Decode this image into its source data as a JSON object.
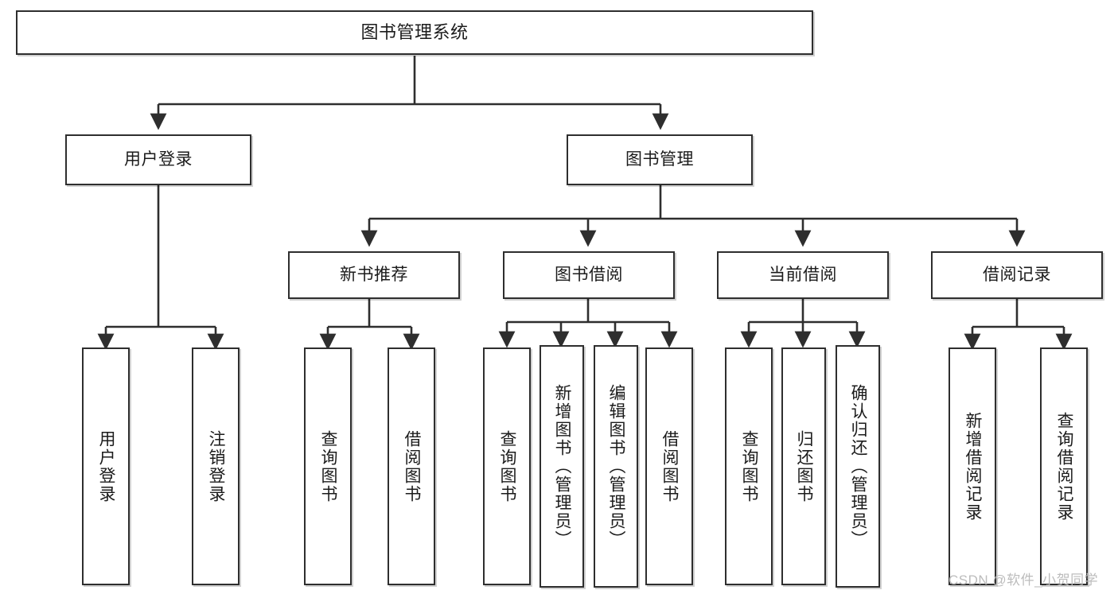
{
  "diagram": {
    "type": "hierarchy-tree",
    "title": "图书管理系统",
    "colors": {
      "box_border": "#2e2e2e",
      "box_fill": "#ffffff",
      "connector": "#2e2e2e",
      "text": "#1b1b1b",
      "watermark": "#bcbcbc",
      "background": "#ffffff"
    },
    "root": {
      "label": "图书管理系统"
    },
    "level1": [
      {
        "label": "用户登录"
      },
      {
        "label": "图书管理"
      }
    ],
    "level2": [
      {
        "label": "新书推荐"
      },
      {
        "label": "图书借阅"
      },
      {
        "label": "当前借阅"
      },
      {
        "label": "借阅记录"
      }
    ],
    "leaves": {
      "user_login": [
        {
          "label": "用户登录"
        },
        {
          "label": "注销登录"
        }
      ],
      "new_book_recommend": [
        {
          "label": "查询图书"
        },
        {
          "label": "借阅图书"
        }
      ],
      "book_borrow": [
        {
          "label": "查询图书"
        },
        {
          "label": "新增图书（管理员）"
        },
        {
          "label": "编辑图书（管理员）"
        },
        {
          "label": "借阅图书"
        }
      ],
      "current_borrow": [
        {
          "label": "查询图书"
        },
        {
          "label": "归还图书"
        },
        {
          "label": "确认归还（管理员）"
        }
      ],
      "borrow_record": [
        {
          "label": "新增借阅记录"
        },
        {
          "label": "查询借阅记录"
        }
      ]
    }
  },
  "watermark": {
    "text": "CSDN @软件_小贺同学"
  }
}
